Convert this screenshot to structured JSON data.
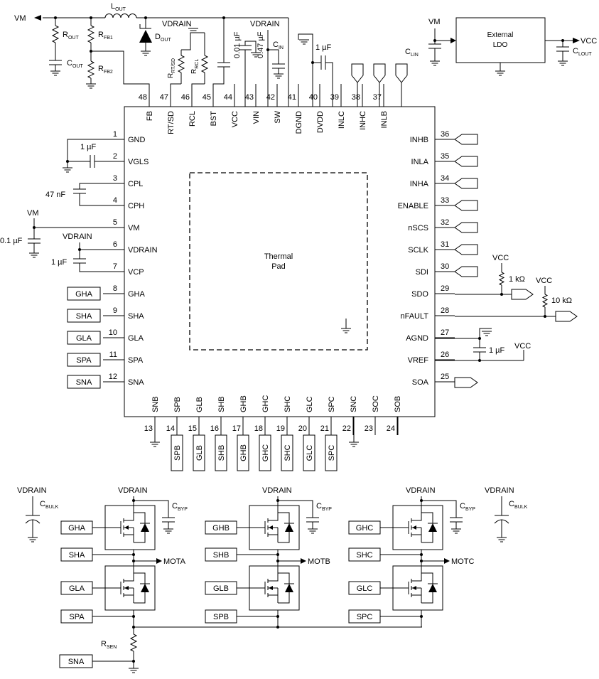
{
  "ic": {
    "thermal_pad": [
      "Thermal",
      "Pad"
    ],
    "left_pins": [
      {
        "num": "1",
        "name": "GND"
      },
      {
        "num": "2",
        "name": "VGLS"
      },
      {
        "num": "3",
        "name": "CPL"
      },
      {
        "num": "4",
        "name": "CPH"
      },
      {
        "num": "5",
        "name": "VM"
      },
      {
        "num": "6",
        "name": "VDRAIN"
      },
      {
        "num": "7",
        "name": "VCP"
      },
      {
        "num": "8",
        "name": "GHA"
      },
      {
        "num": "9",
        "name": "SHA"
      },
      {
        "num": "10",
        "name": "GLA"
      },
      {
        "num": "11",
        "name": "SPA"
      },
      {
        "num": "12",
        "name": "SNA"
      }
    ],
    "right_pins": [
      {
        "num": "36",
        "name": "INHB"
      },
      {
        "num": "35",
        "name": "INLA"
      },
      {
        "num": "34",
        "name": "INHA"
      },
      {
        "num": "33",
        "name": "ENABLE"
      },
      {
        "num": "32",
        "name": "nSCS"
      },
      {
        "num": "31",
        "name": "SCLK"
      },
      {
        "num": "30",
        "name": "SDI"
      },
      {
        "num": "29",
        "name": "SDO"
      },
      {
        "num": "28",
        "name": "nFAULT"
      },
      {
        "num": "27",
        "name": "AGND"
      },
      {
        "num": "26",
        "name": "VREF"
      },
      {
        "num": "25",
        "name": "SOA"
      }
    ],
    "top_pins": [
      {
        "num": "48",
        "name": "FB"
      },
      {
        "num": "47",
        "name": "RT/SD"
      },
      {
        "num": "46",
        "name": "RCL"
      },
      {
        "num": "45",
        "name": "BST"
      },
      {
        "num": "44",
        "name": "VCC"
      },
      {
        "num": "43",
        "name": "VIN"
      },
      {
        "num": "42",
        "name": "SW"
      },
      {
        "num": "41",
        "name": "DGND"
      },
      {
        "num": "40",
        "name": "DVDD"
      },
      {
        "num": "39",
        "name": "INLC"
      },
      {
        "num": "38",
        "name": "INHC"
      },
      {
        "num": "37",
        "name": "INLB"
      }
    ],
    "bottom_pins": [
      {
        "num": "13",
        "name": "SNB"
      },
      {
        "num": "14",
        "name": "SPB"
      },
      {
        "num": "15",
        "name": "GLB"
      },
      {
        "num": "16",
        "name": "SHB"
      },
      {
        "num": "17",
        "name": "GHB"
      },
      {
        "num": "18",
        "name": "GHC"
      },
      {
        "num": "19",
        "name": "SHC"
      },
      {
        "num": "20",
        "name": "GLC"
      },
      {
        "num": "21",
        "name": "SPC"
      },
      {
        "num": "22",
        "name": "SNC"
      },
      {
        "num": "23",
        "name": "SOC"
      },
      {
        "num": "24",
        "name": "SOB"
      }
    ]
  },
  "left_boxes": [
    "GHA",
    "SHA",
    "GLA",
    "SPA",
    "SNA"
  ],
  "bottom_boxes": [
    "SPB",
    "GLB",
    "SHB",
    "GHB",
    "GHC",
    "SHC",
    "GLC",
    "SPC"
  ],
  "labels": {
    "vm_out": "VM",
    "lout": "L",
    "lout_sub": "OUT",
    "rout": "R",
    "rout_sub": "OUT",
    "cout": "C",
    "cout_sub": "OUT",
    "rfb1": "R",
    "rfb1_sub": "FB1",
    "rfb2": "R",
    "rfb2_sub": "FB2",
    "dout": "D",
    "dout_sub": "OUT",
    "vdrain_top1": "VDRAIN",
    "vdrain_top2": "VDRAIN",
    "rrtsd": "R",
    "rrtsd_sub": "RT/SD",
    "rrcl": "R",
    "rrcl_sub": "RCL",
    "c_bst": "0.01 µF",
    "c_vcc": "0.47 µF",
    "cin": "C",
    "cin_sub": "IN",
    "c_dvdd": "1 µF",
    "ldo_vm": "VM",
    "ldo_name_1": "External",
    "ldo_name_2": "LDO",
    "ldo_vcc": "VCC",
    "clin": "C",
    "clin_sub": "LIN",
    "clout": "C",
    "clout_sub": "LOUT",
    "c_vgls": "1 µF",
    "c_cp": "47 nF",
    "vm_left": "VM",
    "c_vm": "0.1 µF",
    "vdrain_left": "VDRAIN",
    "c_vcp": "1 µF",
    "vcc_sdo": "VCC",
    "r_sdo": "1 kΩ",
    "vcc_nfault": "VCC",
    "r_nfault": "10 kΩ",
    "c_vref": "1 µF",
    "vcc_vref": "VCC",
    "vdrain_bulk_l": "VDRAIN",
    "cbulk_l": "C",
    "cbulk_l_sub": "BULK",
    "vdrain_bulk_r": "VDRAIN",
    "cbulk_r": "C",
    "cbulk_r_sub": "BULK",
    "rsen": "R",
    "rsen_sub": "SEN",
    "sna_bottom": "SNA"
  },
  "phases": [
    {
      "vdrain": "VDRAIN",
      "cbyp": "C",
      "cbyp_sub": "BYP",
      "gh": "GHA",
      "sh": "SHA",
      "gl": "GLA",
      "sp": "SPA",
      "mot": "MOTA"
    },
    {
      "vdrain": "VDRAIN",
      "cbyp": "C",
      "cbyp_sub": "BYP",
      "gh": "GHB",
      "sh": "SHB",
      "gl": "GLB",
      "sp": "SPB",
      "mot": "MOTB"
    },
    {
      "vdrain": "VDRAIN",
      "cbyp": "C",
      "cbyp_sub": "BYP",
      "gh": "GHC",
      "sh": "SHC",
      "gl": "GLC",
      "sp": "SPC",
      "mot": "MOTC"
    }
  ]
}
